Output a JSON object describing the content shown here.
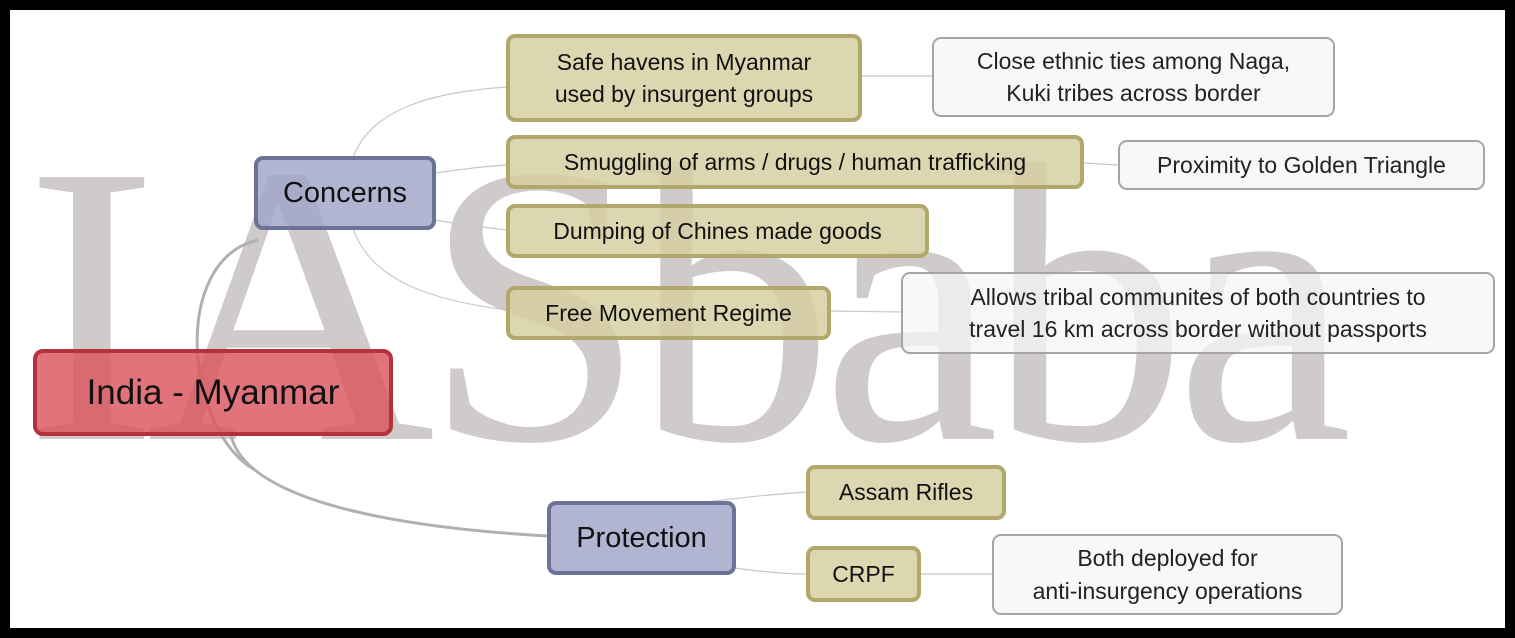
{
  "watermark": "IASbaba",
  "root": {
    "label": "India - Myanmar"
  },
  "concerns": {
    "label": "Concerns",
    "items": [
      {
        "line1": "Safe havens in Myanmar",
        "line2": "used by insurgent groups",
        "note_line1": "Close ethnic ties among Naga,",
        "note_line2": "Kuki tribes across border"
      },
      {
        "line1": "Smuggling of arms / drugs / human trafficking",
        "note_line1": "Proximity to Golden Triangle"
      },
      {
        "line1": "Dumping of Chines made goods"
      },
      {
        "line1": "Free Movement Regime",
        "note_line1": "Allows tribal communites of both countries to",
        "note_line2": "travel 16 km across border without passports"
      }
    ]
  },
  "protection": {
    "label": "Protection",
    "items": [
      {
        "line1": "Assam Rifles"
      },
      {
        "line1": "CRPF",
        "note_line1": "Both deployed for",
        "note_line2": "anti-insurgency operations"
      }
    ]
  },
  "colors": {
    "root_fill": "#da545e",
    "root_border": "#b5313c",
    "category_fill": "#a0a5c8",
    "category_border": "#6d7398",
    "leaf_fill": "#d6cea0",
    "leaf_border": "#b3a86b",
    "note_fill": "#f6f6f6",
    "note_border": "#a5a5a5",
    "watermark": "#cfcbcb"
  }
}
